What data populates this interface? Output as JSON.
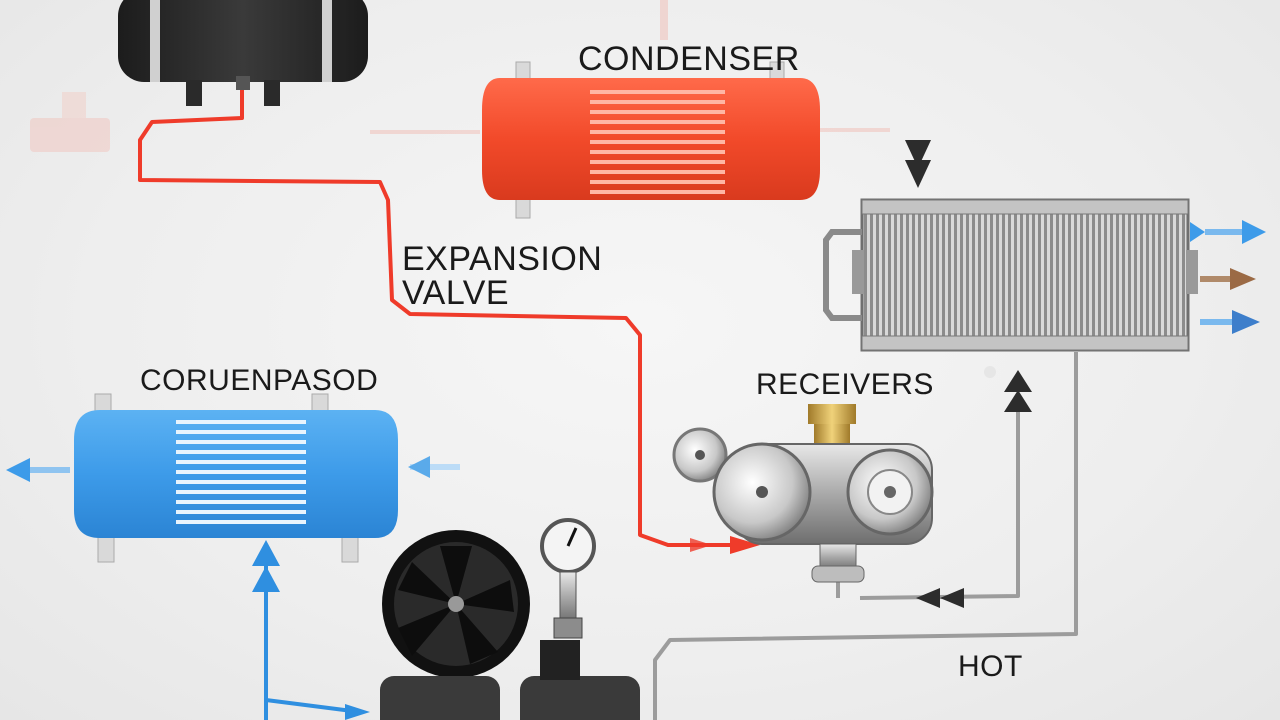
{
  "labels": {
    "condenser": "CONDENSER",
    "expansion_valve_line1": "EXPANSION",
    "expansion_valve_line2": "VALVE",
    "evaporator": "CORUENPASOD",
    "receiver": "RECEIVERS",
    "hot": "HOT"
  },
  "components": [
    {
      "name": "compressor-top",
      "icon": "compressor-tank-icon"
    },
    {
      "name": "condenser",
      "icon": "condenser-tank-icon",
      "color": "#f24a2a"
    },
    {
      "name": "radiator",
      "icon": "radiator-coil-icon"
    },
    {
      "name": "evaporator",
      "icon": "evaporator-tank-icon",
      "color": "#3d9be9"
    },
    {
      "name": "receiver",
      "icon": "receiver-valve-icon"
    },
    {
      "name": "fan",
      "icon": "fan-icon"
    },
    {
      "name": "pressure-gauge",
      "icon": "gauge-icon"
    }
  ],
  "colors": {
    "hot_line": "#ef3b2a",
    "cold_line": "#2f8fe0",
    "gray_line": "#9a9a9a",
    "condenser": "#f24a2a",
    "evaporator": "#3d9be9"
  }
}
